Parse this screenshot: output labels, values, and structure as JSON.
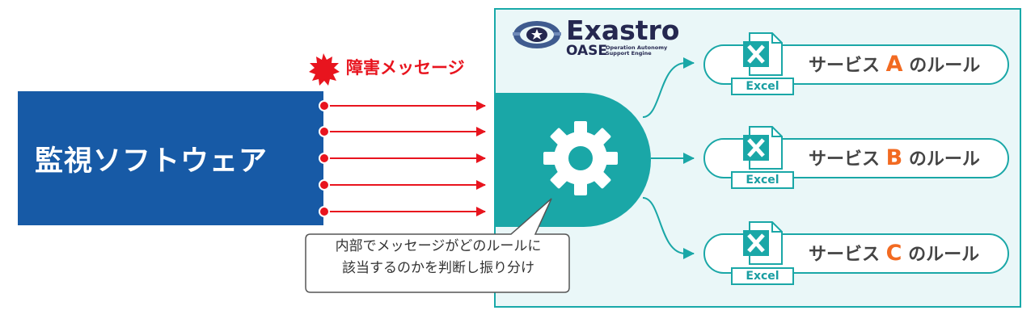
{
  "monitoring": {
    "label": "監視ソフトウェア"
  },
  "alert": {
    "label": "障害メッセージ"
  },
  "brand": {
    "name": "Exastro",
    "product": "OASE",
    "tagline_line1": "Operation Autonomy",
    "tagline_line2": "Support Engine"
  },
  "callout": {
    "line1": "内部でメッセージがどのルールに",
    "line2": "該当するのかを判断し振り分け"
  },
  "rules": [
    {
      "prefix": "サービス ",
      "letter": "A",
      "suffix": " のルール",
      "file_label": "Excel"
    },
    {
      "prefix": "サービス ",
      "letter": "B",
      "suffix": " のルール",
      "file_label": "Excel"
    },
    {
      "prefix": "サービス ",
      "letter": "C",
      "suffix": " のルール",
      "file_label": "Excel"
    }
  ],
  "colors": {
    "monitor_blue": "#175aa6",
    "teal": "#1aa7a7",
    "alert_red": "#e8141e",
    "rule_letter_orange": "#f26a21",
    "panel_bg": "#eaf7f8",
    "brand_navy": "#252850"
  },
  "icons": [
    "explosion-icon",
    "exastro-logo-icon",
    "gear-icon",
    "excel-icon"
  ]
}
